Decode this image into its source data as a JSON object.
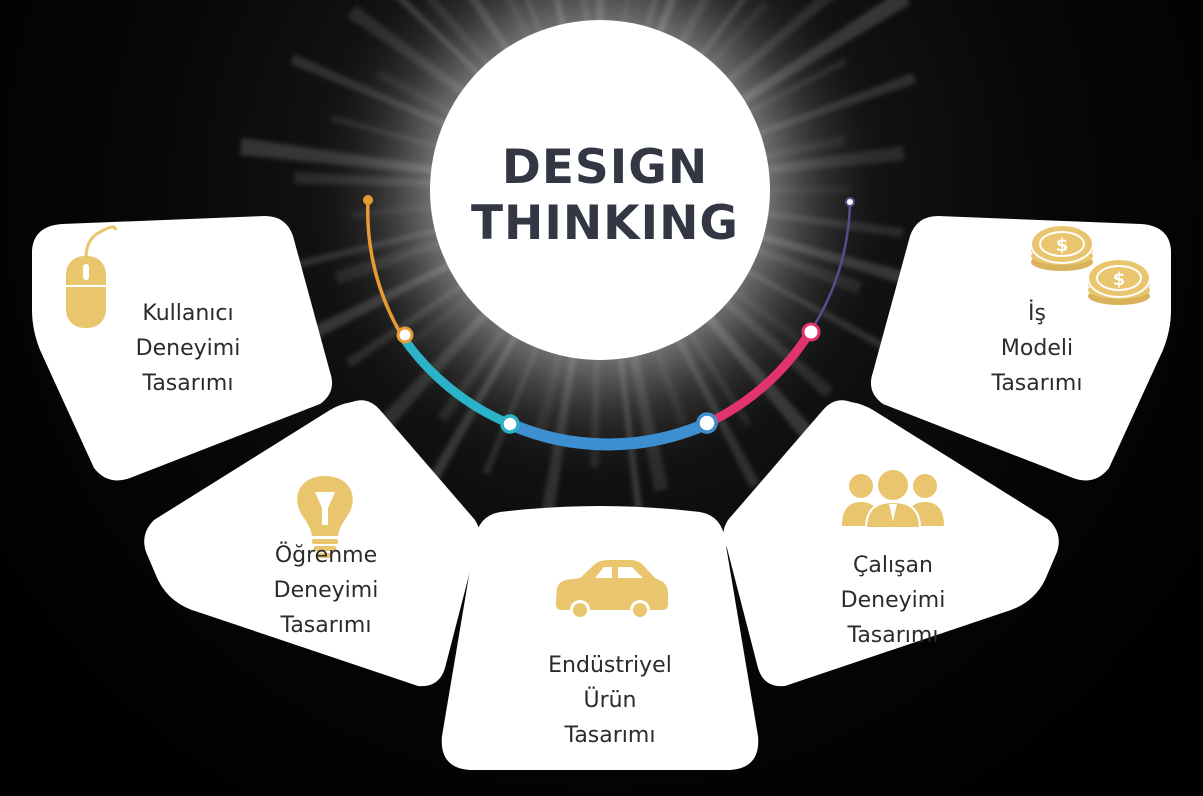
{
  "center": {
    "title_line1": "DESIGN",
    "title_line2": "THINKING"
  },
  "cards": [
    {
      "icon": "mouse-icon",
      "lines": [
        "Kullanıcı",
        "Deneyimi",
        "Tasarımı"
      ]
    },
    {
      "icon": "lightbulb-icon",
      "lines": [
        "Öğrenme",
        "Deneyimi",
        "Tasarımı"
      ]
    },
    {
      "icon": "car-icon",
      "lines": [
        "Endüstriyel",
        "Ürün",
        "Tasarımı"
      ]
    },
    {
      "icon": "people-icon",
      "lines": [
        "Çalışan",
        "Deneyimi",
        "Tasarımı"
      ]
    },
    {
      "icon": "coins-icon",
      "lines": [
        "İş",
        "Modeli",
        "Tasarımı"
      ]
    }
  ],
  "colors": {
    "background": "#000000",
    "card": "#ffffff",
    "icon": "#e9c56e",
    "title": "#333743",
    "arc_orange": "#e89a33",
    "arc_teal": "#2ab3c8",
    "arc_blue": "#3d8fcf",
    "arc_pink": "#e3336f",
    "arc_purple": "#5b4a8e"
  }
}
